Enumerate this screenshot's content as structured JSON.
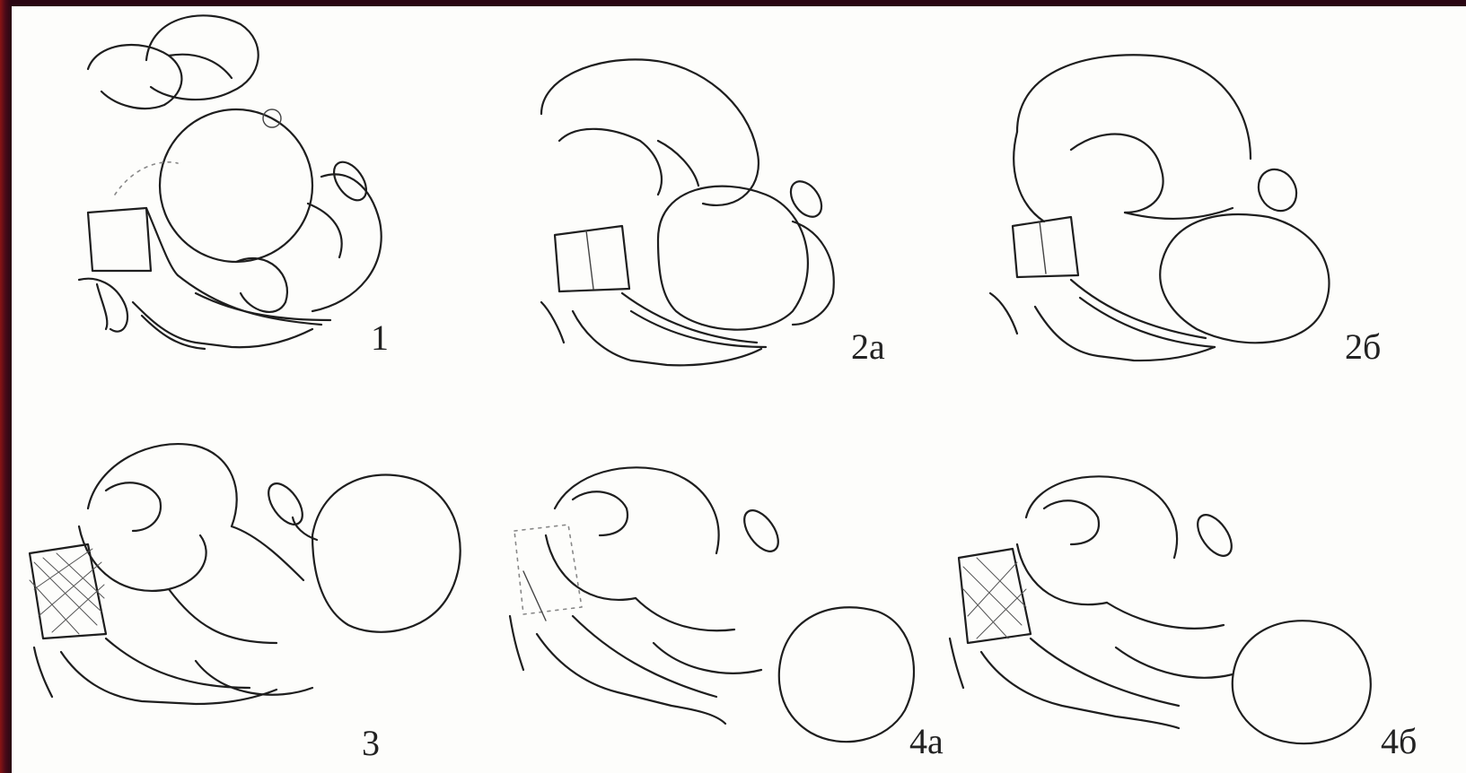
{
  "figure": {
    "panels": [
      {
        "id": "1",
        "label": "1"
      },
      {
        "id": "2a",
        "label": "2a"
      },
      {
        "id": "2b",
        "label": "2б"
      },
      {
        "id": "3",
        "label": "3"
      },
      {
        "id": "4a",
        "label": "4a"
      },
      {
        "id": "4b",
        "label": "4б"
      }
    ]
  },
  "colors": {
    "background_frame": "#2a0612",
    "frame_accent": "#8a1414",
    "sheet": "#fdfdfb",
    "ink": "#1e1e1e"
  }
}
